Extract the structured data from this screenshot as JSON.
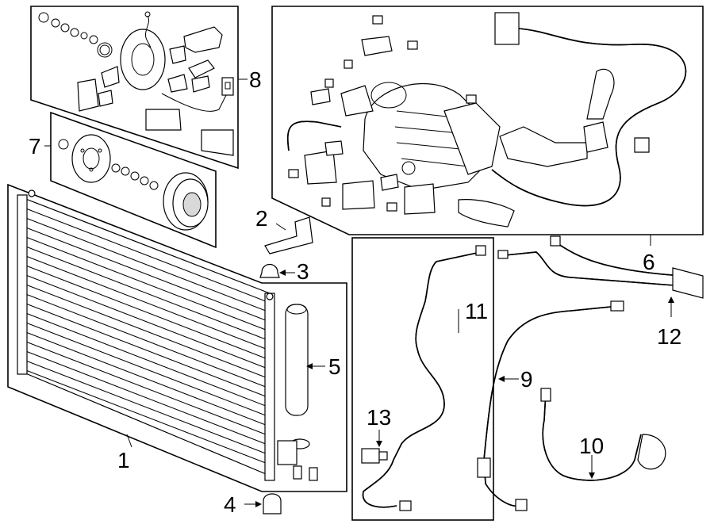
{
  "callouts": {
    "c1": "1",
    "c2": "2",
    "c3": "3",
    "c4": "4",
    "c5": "5",
    "c6": "6",
    "c7": "7",
    "c8": "8",
    "c9": "9",
    "c10": "10",
    "c11": "11",
    "c12": "12",
    "c13": "13"
  }
}
